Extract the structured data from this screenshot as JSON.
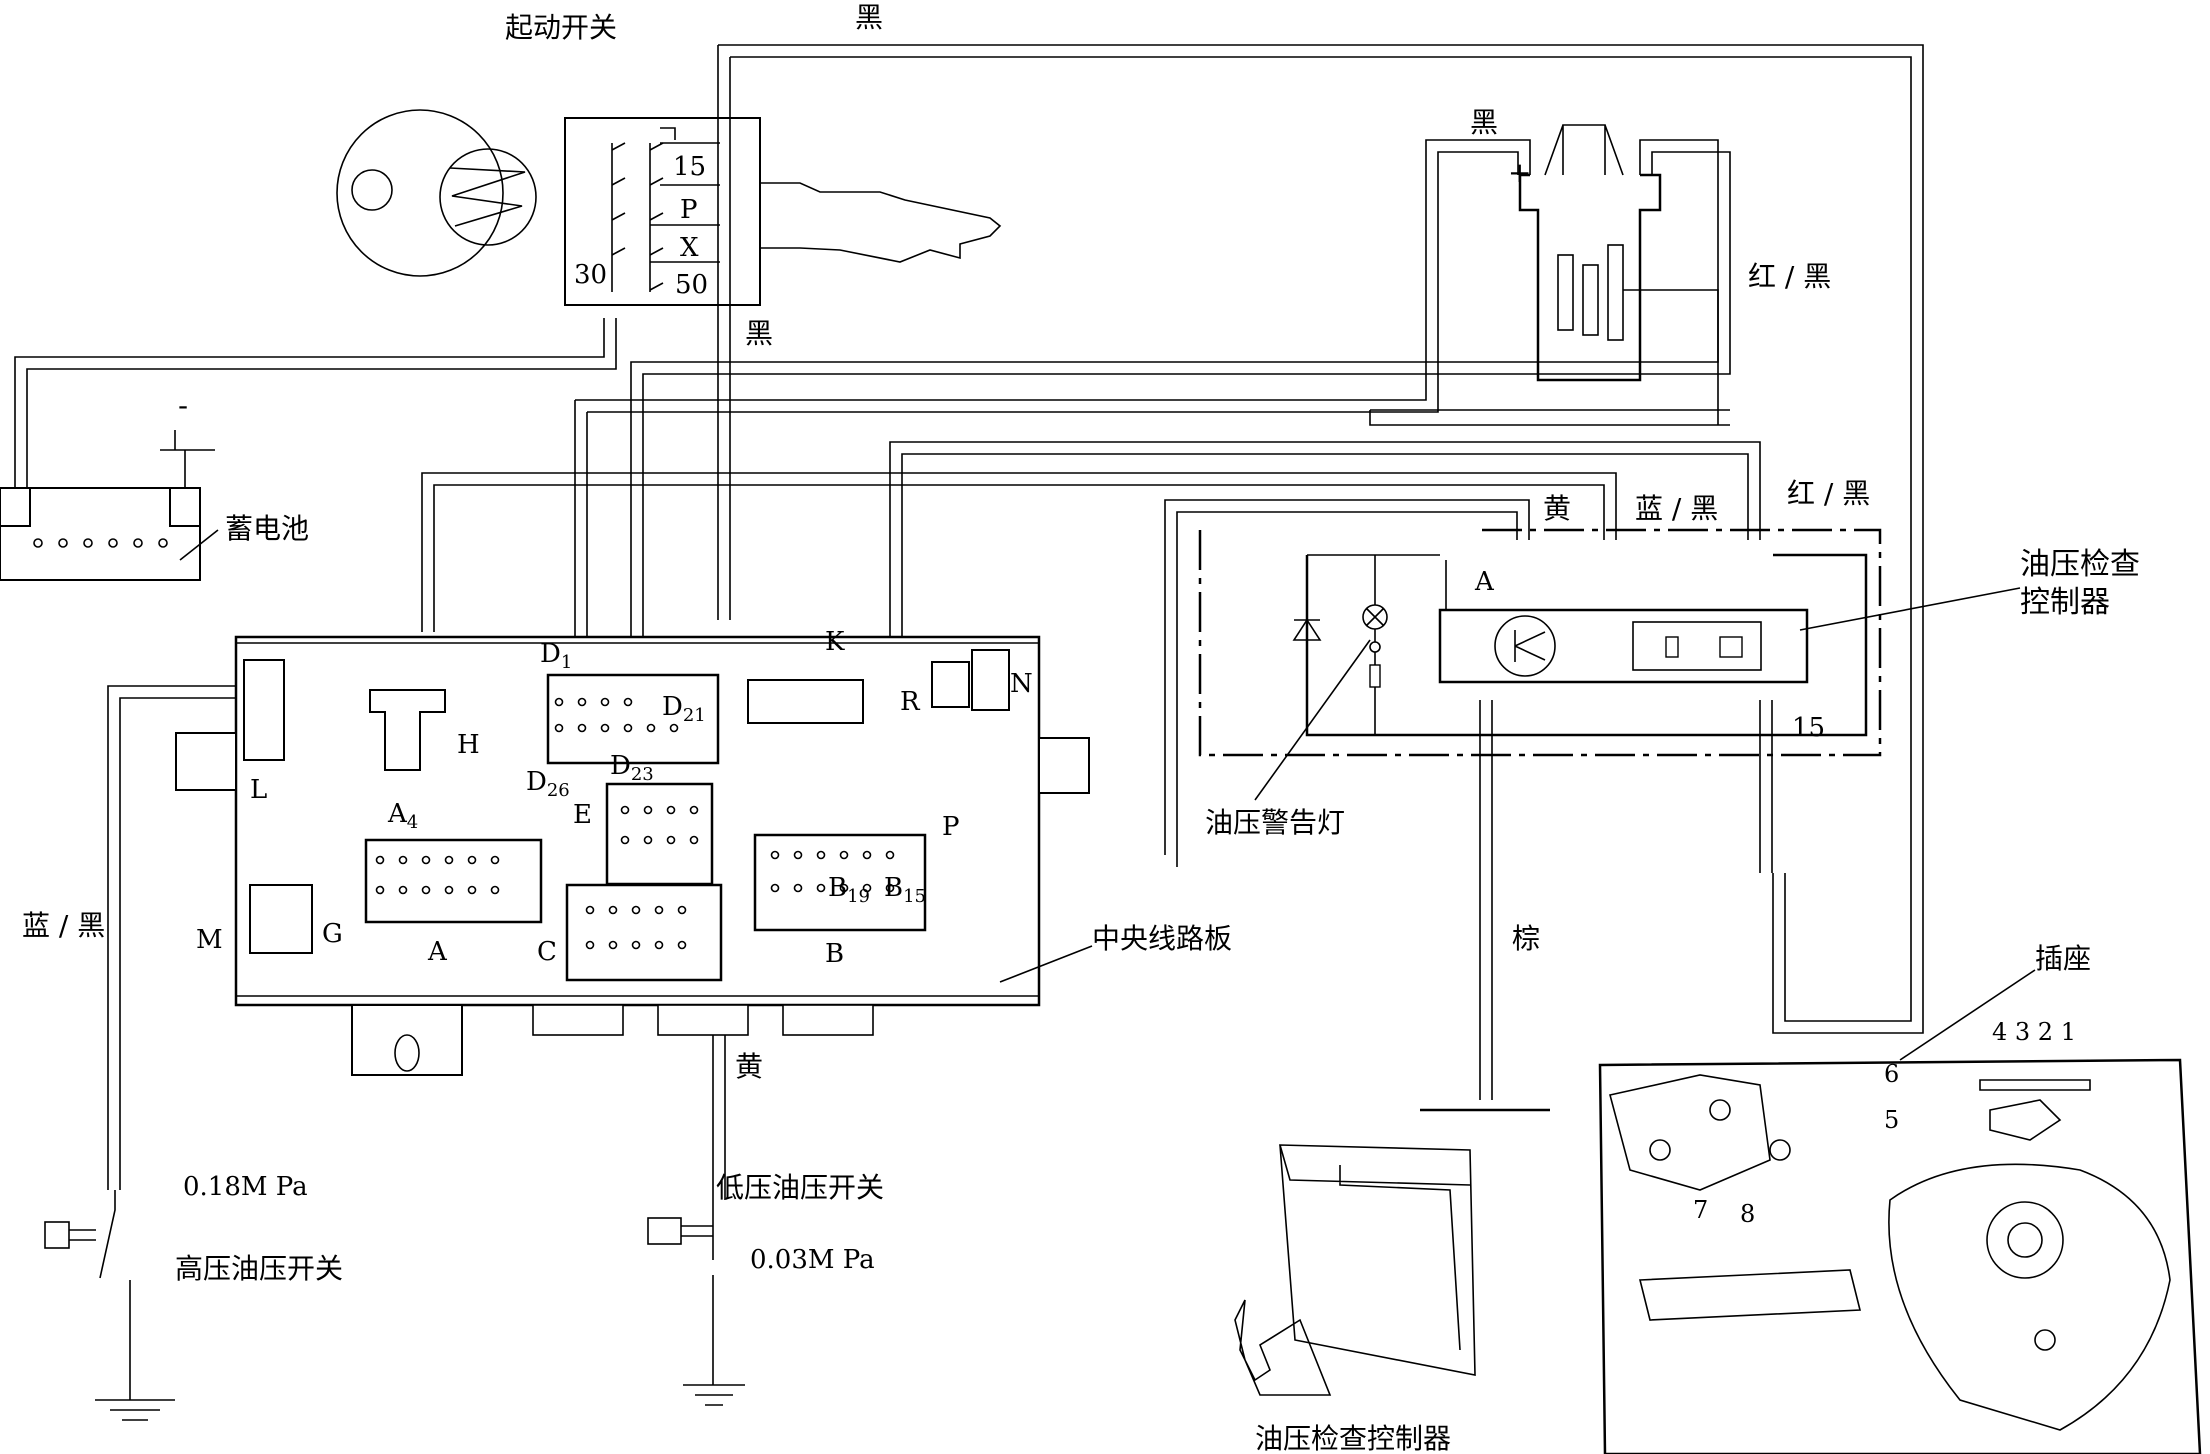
{
  "labels": {
    "ignition_switch": "起动开关",
    "black_top": "黑",
    "black_coil": "黑",
    "black_mid": "黑",
    "red_black_coil": "红 / 黑",
    "yellow_top": "黄",
    "blue_black_top": "蓝 / 黑",
    "red_black_right": "红 / 黑",
    "battery": "蓄电池",
    "battery_minus": "-",
    "coil_plus": "+",
    "controller": "油压检查\n控制器",
    "warning_lamp": "油压警告灯",
    "central_board": "中央线路板",
    "brown": "棕",
    "socket": "插座",
    "blue_black_left": "蓝 / 黑",
    "yellow_bottom": "黄",
    "low_pressure_switch": "低压油压开关",
    "high_pressure_switch": "高压油压开关",
    "high_pressure_value": "0.18M Pa",
    "low_pressure_value": "0.03M Pa",
    "controller_caption": "油压检查控制器"
  },
  "switch_terminals": {
    "t15": "15",
    "tP": "P",
    "tX": "X",
    "t30": "30",
    "t50": "50"
  },
  "controller_pins": {
    "pA": "A",
    "p15": "15"
  },
  "socket_pins": {
    "top": "4 3 2 1",
    "p6": "6",
    "p5": "5",
    "p7": "7",
    "p8": "8"
  },
  "board_labels": {
    "K": "K",
    "N": "N",
    "R": "R",
    "P": "P",
    "L": "L",
    "M": "M",
    "G": "G",
    "H": "H",
    "A": "A",
    "C": "C",
    "B": "B",
    "E": "E",
    "D1_main": "D",
    "D1_sub": "1",
    "D21_main": "D",
    "D21_sub": "21",
    "D26_main": "D",
    "D26_sub": "26",
    "D23_main": "D",
    "D23_sub": "23",
    "A4_main": "A",
    "A4_sub": "4",
    "B19_main": "B",
    "B19_sub": "19",
    "B15_main": "B",
    "B15_sub": "15"
  }
}
